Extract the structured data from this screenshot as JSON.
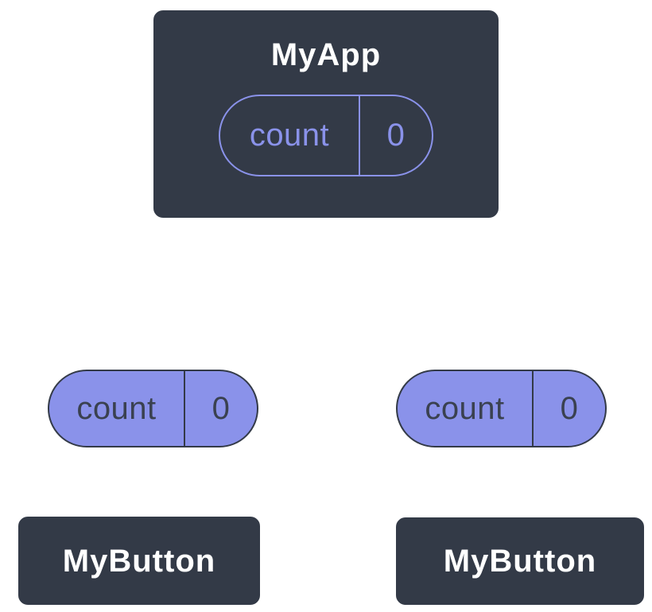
{
  "colors": {
    "box_fill": "#333A47",
    "box_border": "#FFFFFF",
    "node_text": "#FFFFFF",
    "pill_fill": "#8A92EA",
    "pill_outline": "#8A92EA",
    "pill_border": "#333A47",
    "pill_text": "#3A4150",
    "connector": "#FFFFFF"
  },
  "root": {
    "title": "MyApp",
    "state": {
      "label": "count",
      "value": "0"
    }
  },
  "children": [
    {
      "state": {
        "label": "count",
        "value": "0"
      },
      "title": "MyButton"
    },
    {
      "state": {
        "label": "count",
        "value": "0"
      },
      "title": "MyButton"
    }
  ]
}
